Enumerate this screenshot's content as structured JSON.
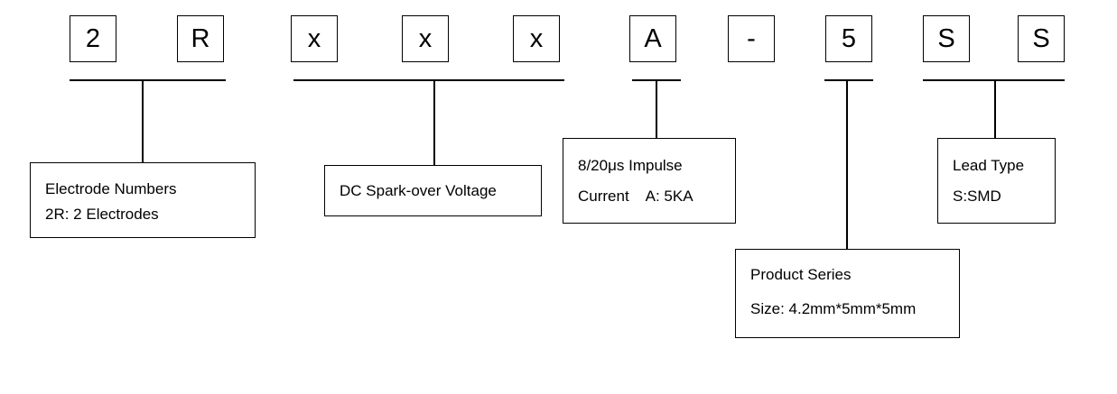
{
  "codes": [
    "2",
    "R",
    "x",
    "x",
    "x",
    "A",
    "-",
    "5",
    "S",
    "S"
  ],
  "descriptions": {
    "electrode": {
      "line1": "Electrode Numbers",
      "line2": "2R: 2 Electrodes"
    },
    "voltage": {
      "line1": "DC Spark-over Voltage"
    },
    "impulse": {
      "line1": "8/20μs Impulse",
      "line2": "Current    A: 5KA"
    },
    "lead": {
      "line1": "Lead Type",
      "line2": "S:SMD"
    },
    "series": {
      "line1": "Product Series",
      "line2": "Size: 4.2mm*5mm*5mm"
    }
  }
}
